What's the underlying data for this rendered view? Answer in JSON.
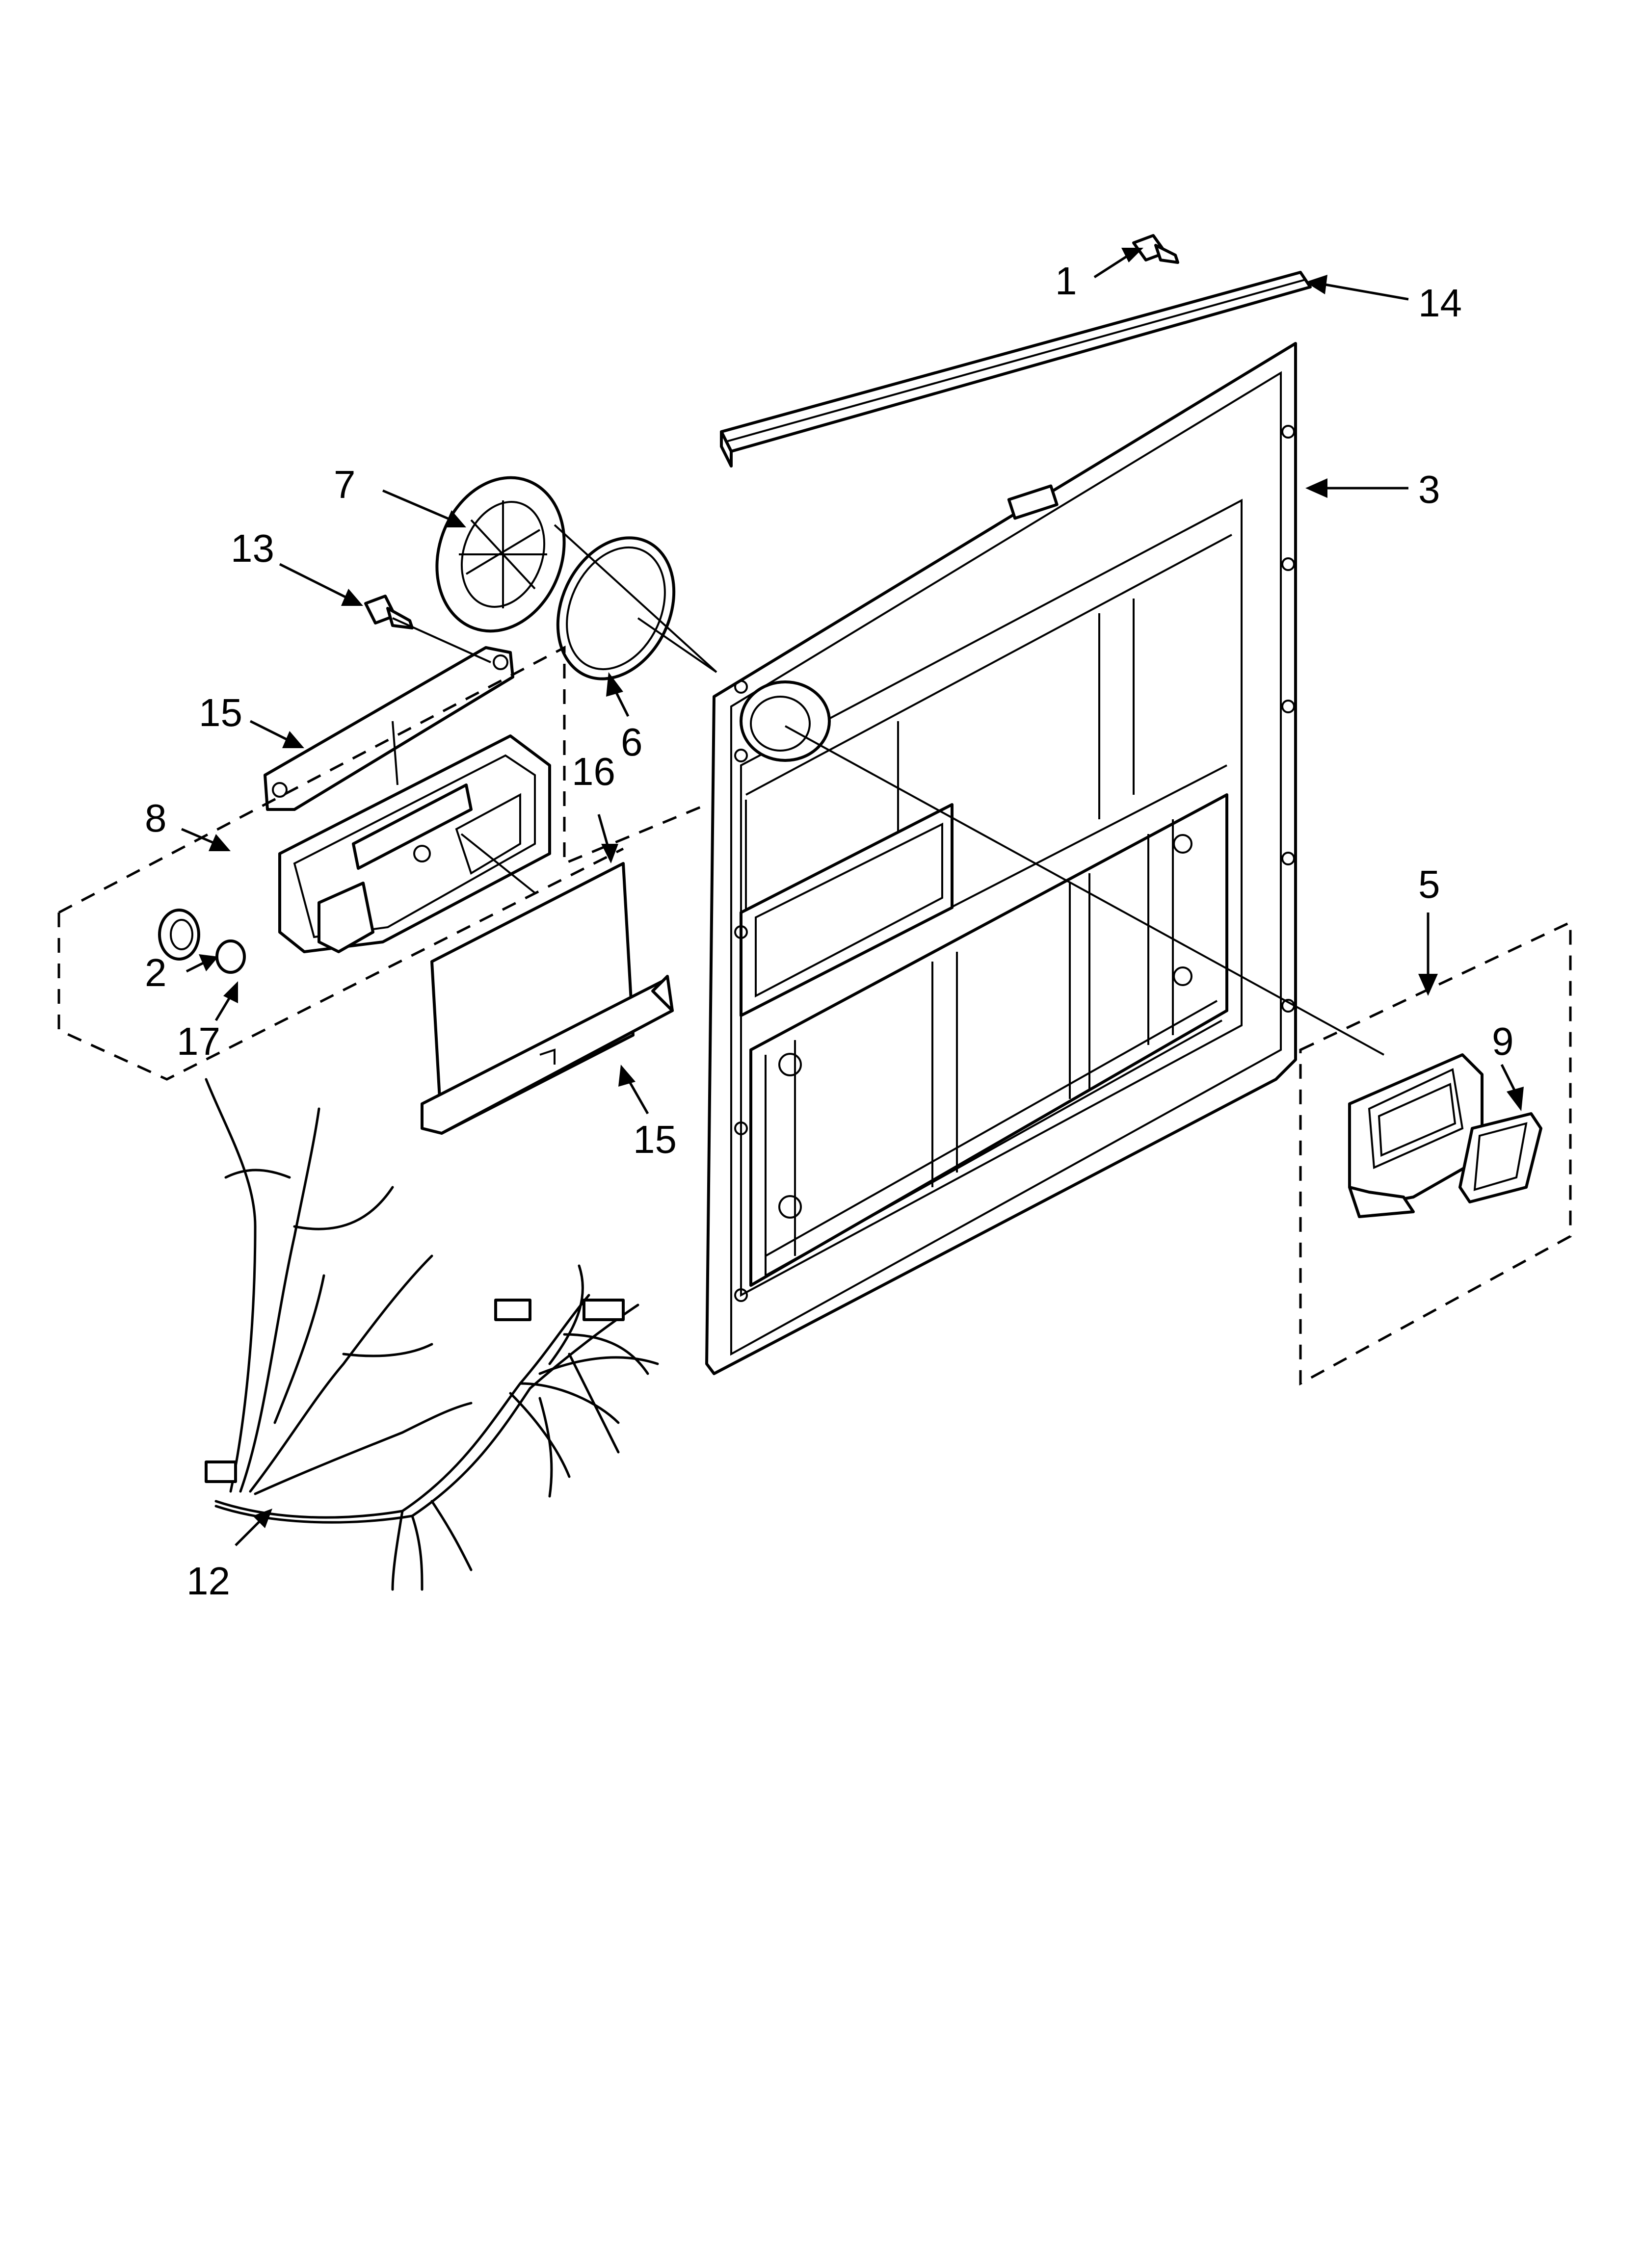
{
  "diagram": {
    "callouts": [
      {
        "id": "1",
        "label": "1"
      },
      {
        "id": "14",
        "label": "14"
      },
      {
        "id": "3",
        "label": "3"
      },
      {
        "id": "7",
        "label": "7"
      },
      {
        "id": "13",
        "label": "13"
      },
      {
        "id": "6",
        "label": "6"
      },
      {
        "id": "15a",
        "label": "15"
      },
      {
        "id": "16",
        "label": "16"
      },
      {
        "id": "8",
        "label": "8"
      },
      {
        "id": "2",
        "label": "2"
      },
      {
        "id": "17",
        "label": "17"
      },
      {
        "id": "15b",
        "label": "15"
      },
      {
        "id": "5",
        "label": "5"
      },
      {
        "id": "9",
        "label": "9"
      },
      {
        "id": "12",
        "label": "12"
      }
    ]
  }
}
